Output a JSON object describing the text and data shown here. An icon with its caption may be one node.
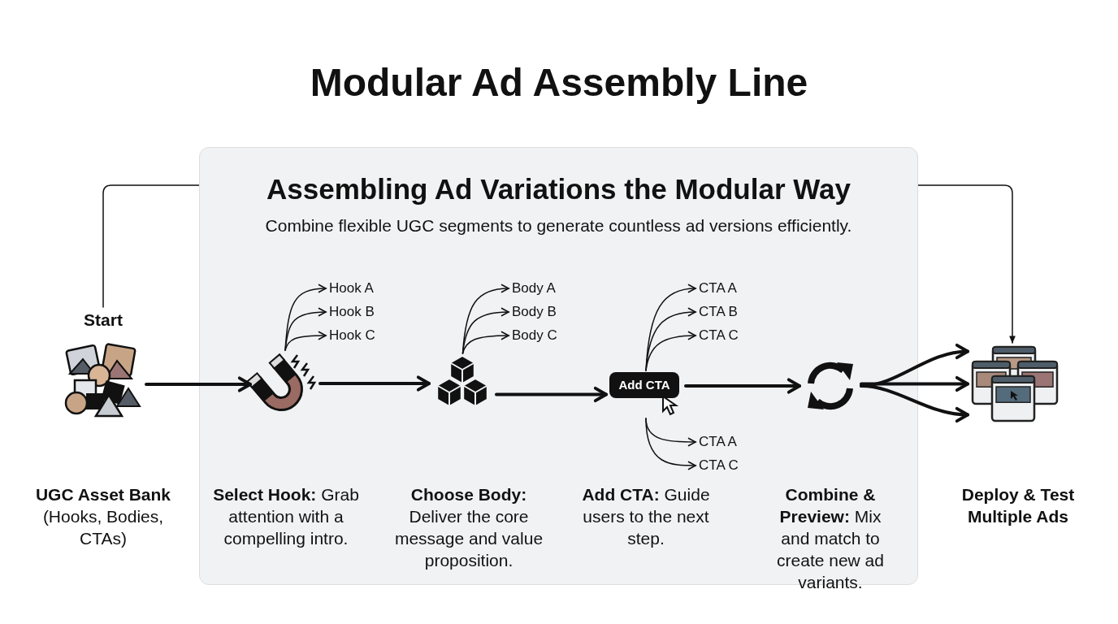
{
  "diagram": {
    "title": "Modular Ad Assembly Line",
    "nodes": [
      {
        "text": [
          "Assembling Ad Variations the Modular Way",
          "Combine flexible UGC segments to generate countless ad versions efficiently."
        ]
      },
      {
        "text": [
          "Start"
        ]
      },
      {
        "text": [],
        "shape": "magnet",
        "in": 0
      },
      {
        "text": [
          "Hook A"
        ],
        "in": 0
      },
      {
        "text": [
          "Hook B"
        ],
        "in": 0
      },
      {
        "text": [
          "Hook C"
        ],
        "in": 0
      },
      {
        "text": [],
        "shape": "cubes",
        "in": 0
      },
      {
        "text": [
          "Body A"
        ],
        "in": 0
      },
      {
        "text": [
          "Body B"
        ],
        "in": 0
      },
      {
        "text": [
          "Body C"
        ],
        "in": 0
      },
      {
        "text": [
          "Add CTA"
        ],
        "in": 0
      },
      {
        "text": [
          "CTA A"
        ],
        "in": 0
      },
      {
        "text": [
          "CTA B"
        ],
        "in": 0
      },
      {
        "text": [
          "CTA C"
        ],
        "in": 0
      },
      {
        "text": [
          "CTA A"
        ],
        "in": 0
      },
      {
        "text": [
          "CTA C"
        ],
        "in": 0
      },
      {
        "text": [],
        "shape": "refresh",
        "in": 0
      },
      {
        "text": [],
        "shape": "windows"
      }
    ],
    "edges": [
      {
        "from": 1,
        "to": 17,
        "arrow": "to"
      },
      {
        "from": 1,
        "to": 2,
        "arrow": "to",
        "style": "thick"
      },
      {
        "from": 2,
        "to": 3,
        "arrow": "to"
      },
      {
        "from": 2,
        "to": 4,
        "arrow": "to"
      },
      {
        "from": 2,
        "to": 5,
        "arrow": "to"
      },
      {
        "from": 2,
        "to": 6,
        "arrow": "to",
        "style": "thick"
      },
      {
        "from": 6,
        "to": 7,
        "arrow": "to"
      },
      {
        "from": 6,
        "to": 8,
        "arrow": "to"
      },
      {
        "from": 6,
        "to": 9,
        "arrow": "to"
      },
      {
        "from": 6,
        "to": 10,
        "arrow": "to",
        "style": "thick"
      },
      {
        "from": 10,
        "to": 11,
        "arrow": "to"
      },
      {
        "from": 10,
        "to": 12,
        "arrow": "to"
      },
      {
        "from": 10,
        "to": 13,
        "arrow": "to"
      },
      {
        "from": 10,
        "to": 14,
        "arrow": "to"
      },
      {
        "from": 10,
        "to": 15,
        "arrow": "to"
      },
      {
        "from": 10,
        "to": 16,
        "arrow": "to",
        "style": "thick"
      },
      {
        "from": 16,
        "to": 17,
        "arrow": "to",
        "style": "thick"
      },
      {
        "from": 16,
        "to": 17,
        "arrow": "to",
        "style": "thick"
      },
      {
        "from": 16,
        "to": 17,
        "arrow": "to",
        "style": "thick"
      }
    ],
    "labels": [
      "**UGC Asset Bank** (Hooks, Bodies, CTAs)",
      "**Select Hook:** Grab attention with a compelling intro.",
      "**Choose Body:** Deliver the core message and value proposition.",
      "**Add CTA:** Guide users to the next step.",
      "**Combine & Preview:** Mix and match to create new ad variants.",
      "Deploy & Test Multiple Ads"
    ]
  }
}
